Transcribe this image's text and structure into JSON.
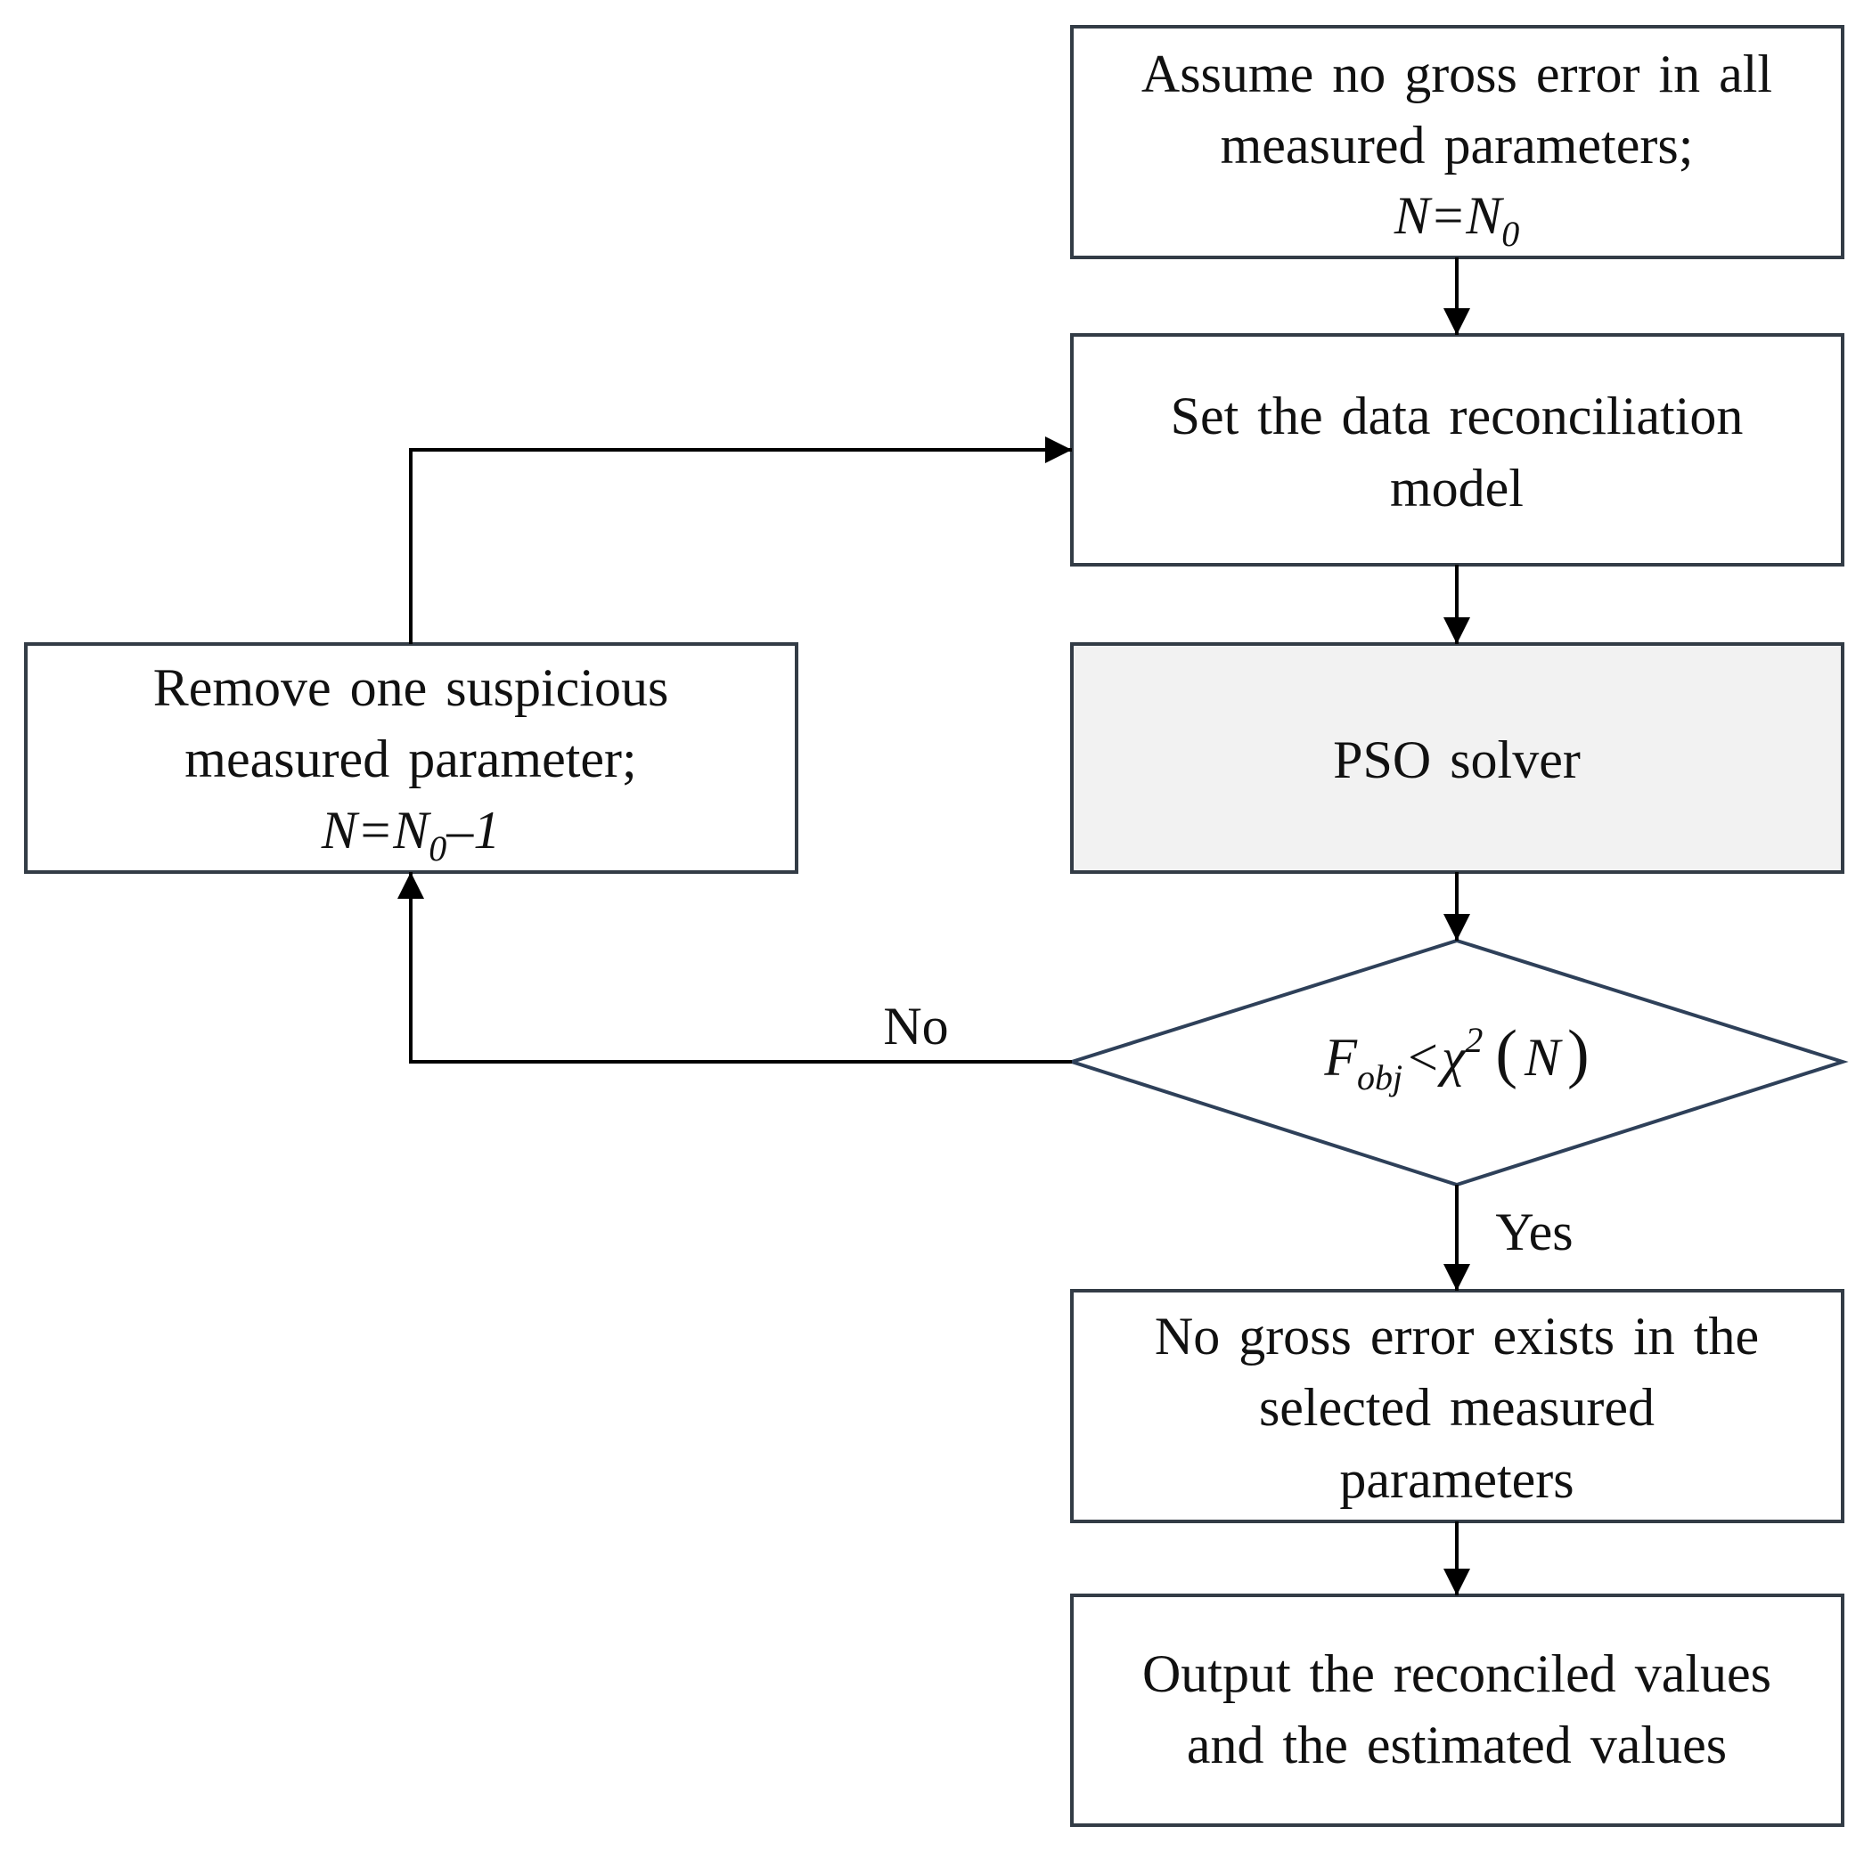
{
  "nodes": {
    "start": {
      "lines": [
        "Assume no gross error in all",
        "measured parameters;"
      ],
      "formula": {
        "main": "N=N",
        "sub": "0",
        "tail": ""
      }
    },
    "model": {
      "lines": [
        "Set the data reconciliation",
        "model"
      ]
    },
    "solver": {
      "lines": [
        "PSO solver"
      ]
    },
    "decision": {
      "f": "F",
      "f_sub": "obj",
      "op": "<",
      "chi": "χ",
      "chi_sup": "2",
      "lparen": "(",
      "n": "N",
      "rparen": ")"
    },
    "remove": {
      "lines": [
        "Remove one suspicious",
        "measured parameter;"
      ],
      "formula": {
        "main": "N=N",
        "sub": "0",
        "tail": "–1"
      }
    },
    "no_error": {
      "lines": [
        "No gross error exists in the",
        "selected measured",
        "parameters"
      ]
    },
    "output": {
      "lines": [
        "Output the reconciled values",
        "and the estimated values"
      ]
    }
  },
  "edges": {
    "no_label": "No",
    "yes_label": "Yes"
  },
  "colors": {
    "box_border": "#333c46",
    "diamond_border": "#2e4059",
    "solver_fill": "#f2f2f2",
    "arrow": "#000000"
  }
}
